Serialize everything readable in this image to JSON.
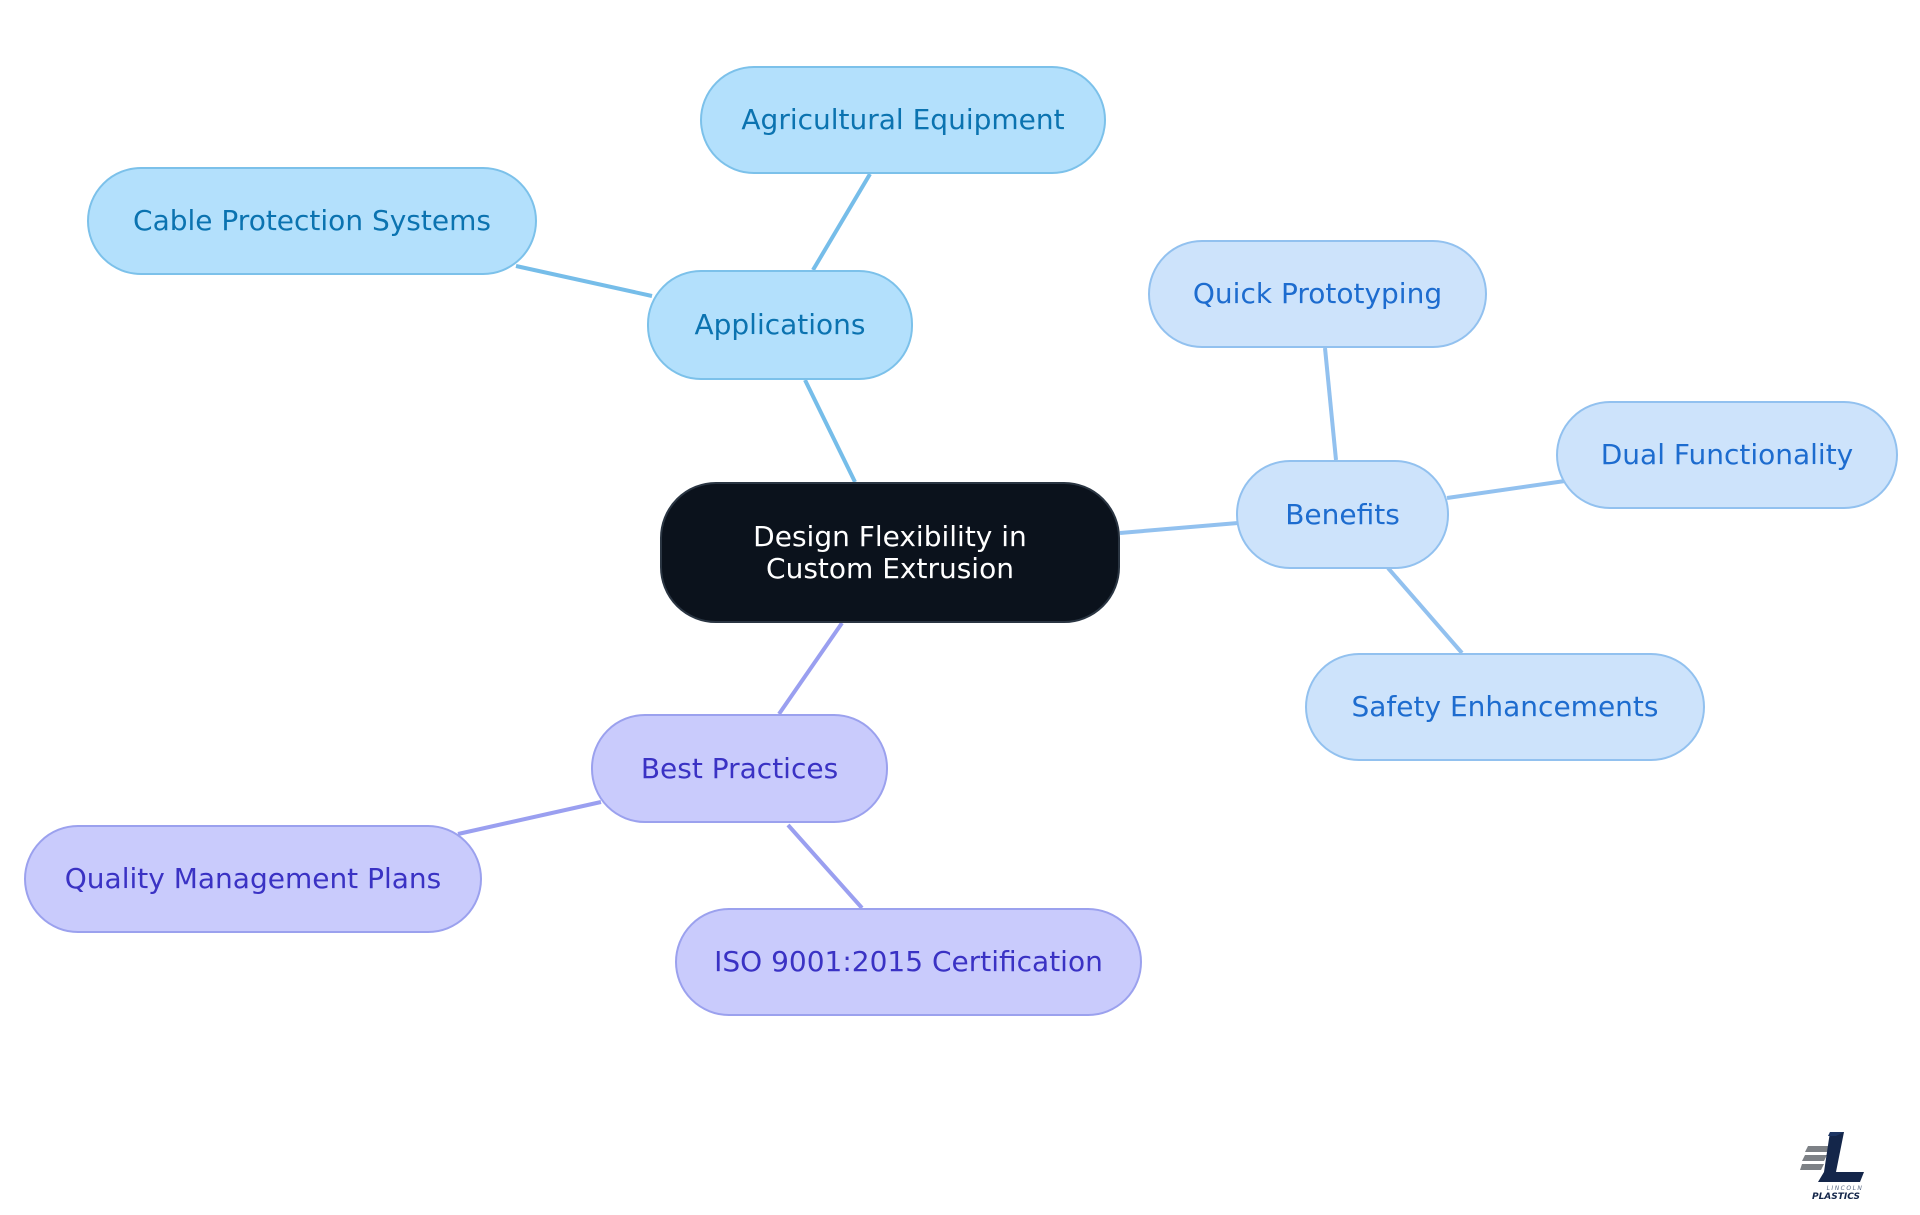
{
  "diagram": {
    "type": "mind-map",
    "root": {
      "label": "Design Flexibility in Custom Extrusion"
    },
    "branches": [
      {
        "id": "applications",
        "label": "Applications",
        "colors": {
          "fill": "#b3e0fc",
          "stroke": "#7cc1ea",
          "text": "#0b73b0",
          "edge": "#76bde9"
        },
        "children": [
          {
            "id": "agricultural-equipment",
            "label": "Agricultural Equipment"
          },
          {
            "id": "cable-protection-systems",
            "label": "Cable Protection Systems"
          }
        ]
      },
      {
        "id": "benefits",
        "label": "Benefits",
        "colors": {
          "fill": "#cde3fb",
          "stroke": "#92c1ef",
          "text": "#1d6ccf",
          "edge": "#92c1ef"
        },
        "children": [
          {
            "id": "quick-prototyping",
            "label": "Quick Prototyping"
          },
          {
            "id": "dual-functionality",
            "label": "Dual Functionality"
          },
          {
            "id": "safety-enhancements",
            "label": "Safety Enhancements"
          }
        ]
      },
      {
        "id": "best-practices",
        "label": "Best Practices",
        "colors": {
          "fill": "#c9cbfc",
          "stroke": "#9ba1ee",
          "text": "#3a32c4",
          "edge": "#9a9ff0"
        },
        "children": [
          {
            "id": "quality-management-plans",
            "label": "Quality Management Plans"
          },
          {
            "id": "iso-certification",
            "label": "ISO 9001:2015 Certification"
          }
        ]
      }
    ]
  },
  "logo": {
    "name": "lincoln-plastics-logo",
    "text_line1": "LINCOLN",
    "text_line2": "PLASTICS"
  }
}
